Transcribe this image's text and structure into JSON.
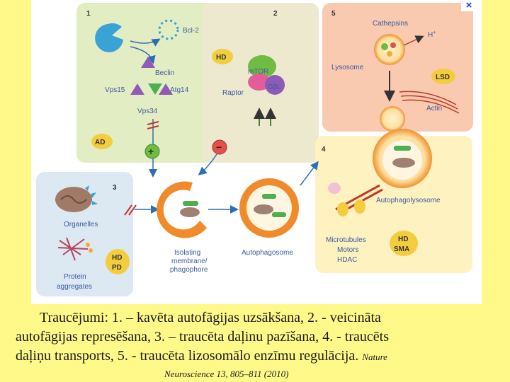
{
  "panels": {
    "p1": {
      "number": "1",
      "bcl2": "Bcl-2",
      "beclin": "Beclin",
      "vps15": "Vps15",
      "atg14": "Atg14",
      "vps34": "Vps34",
      "disease": "AD",
      "sign": "+"
    },
    "p2": {
      "number": "2",
      "disease": "HD",
      "mtor": "mTOR",
      "raptor": "Raptor",
      "gbl": "GβL",
      "sign": "−"
    },
    "p3": {
      "number": "3",
      "organelles": "Organelles",
      "protein1": "Protein",
      "protein2": "aggregates",
      "disease1": "HD",
      "disease2": "PD"
    },
    "p4": {
      "number": "4",
      "autophagolysosome": "Autophagolysosome",
      "microtubules": "Microtubules",
      "motors": "Motors",
      "hdac": "HDAC",
      "disease1": "HD",
      "disease2": "SMA"
    },
    "p5": {
      "number": "5",
      "cathepsins": "Cathepsins",
      "hplus": "H",
      "lysosome": "Lysosome",
      "disease": "LSD",
      "actin": "Actin"
    },
    "center": {
      "isolating1": "Isolating",
      "isolating2": "membrane/",
      "isolating3": "phagophore",
      "autophagosome": "Autophagosome"
    }
  },
  "close_label": "×",
  "caption": {
    "line1": "Traucējumi: 1. – kavēta autofāgijas uzsākšana, 2. - veicināta",
    "line2": "autofāgijas represēšana, 3. – traucēta daļinu pazīšana, 4. - traucēts",
    "line3": "daļiņu transports, 5. - traucēta lizosomālo enzīmu regulācija.",
    "source_journal": "Nature",
    "source_ref": "Neuroscience 13, 805–811 (2010)"
  },
  "colors": {
    "background": "#fff98a",
    "panel1": "#e3edc4",
    "panel2": "#ece9cf",
    "panel3": "#dce8f2",
    "panel4": "#fdf2c0",
    "panel5": "#f9c9b0",
    "label": "#3d5a9e",
    "close": "#1f3fbf"
  }
}
